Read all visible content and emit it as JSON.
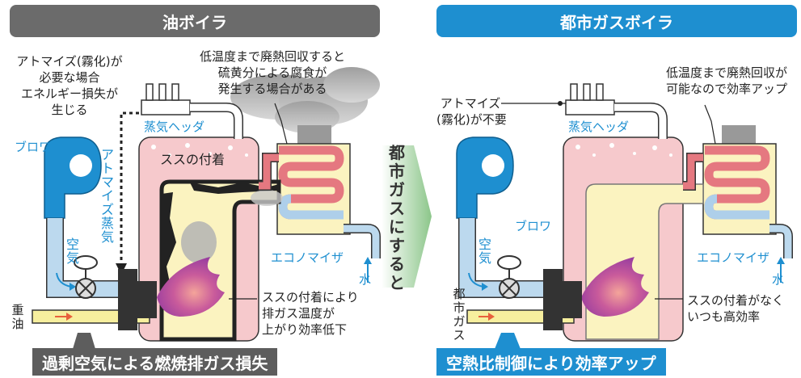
{
  "headers": {
    "oil": "油ボイラ",
    "gas": "都市ガスボイラ"
  },
  "center_arrow": "都市ガスにすると",
  "oil": {
    "atomize_note": [
      "アトマイズ(霧化)が",
      "必要な場合",
      "エネルギー損失が",
      "生じる"
    ],
    "corrosion_note": [
      "低温度まで廃熱回収すると",
      "硫黄分による腐食が",
      "発生する場合がある"
    ],
    "blower": "ブロワ",
    "steam_header": "蒸気ヘッダ",
    "atomize_steam": "アトマイズ蒸気",
    "soot": "ススの付着",
    "air": "空気",
    "economizer": "エコノマイザ",
    "water": "水",
    "heavy_oil": "重油",
    "soot_effect": [
      "ススの付着により",
      "排ガス温度が",
      "上がり効率低下"
    ],
    "banner": "過剰空気による燃焼排ガス損失"
  },
  "gas": {
    "atomize_note": [
      "アトマイズ",
      "(霧化)が不要"
    ],
    "recovery_note": [
      "低温度まで廃熱回収が",
      "可能なので効率アップ"
    ],
    "steam_header": "蒸気ヘッダ",
    "blower": "ブロワ",
    "air": "空気",
    "economizer": "エコノマイザ",
    "water": "水",
    "city_gas": "都市ガス",
    "no_soot": [
      "ススの付着がなく",
      "いつも高効率"
    ],
    "banner": "空熱比制御により効率アップ"
  },
  "colors": {
    "header_oil": "#6b6b6b",
    "header_gas": "#1e8fd0",
    "boiler_pink": "#f6c9cc",
    "flue_yellow": "#fbf3c0",
    "blower_blue": "#1e8fd0",
    "pipe_light_blue": "#bcd9ee",
    "fuel_yellow": "#f7ef9e",
    "burner_dark": "#333333",
    "flame_purple": "#a14aa6",
    "arrow_green": "#8cc68a",
    "smoke_gray": "#a9a9a9"
  }
}
